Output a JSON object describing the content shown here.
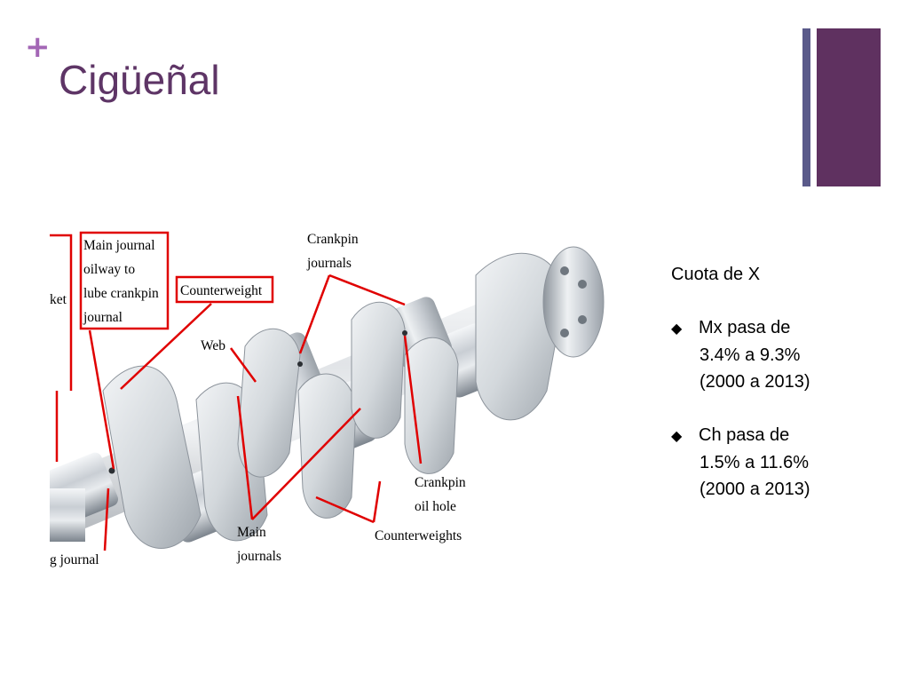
{
  "title": "Cigüeñal",
  "colors": {
    "accent_plus": "#a366b5",
    "title": "#5e3566",
    "bar_thin": "#5a5a8a",
    "bar_thick": "#5f3160",
    "label_red": "#e00000"
  },
  "icons": {
    "plus": "plus-icon",
    "bullet": "diamond-bullet-icon"
  },
  "plus_glyph": "+",
  "bullet_glyph": "◆",
  "figure": {
    "labels": {
      "socket_fragment": "ket",
      "main_journal_oilway": [
        "Main journal",
        "oilway to",
        "lube crankpin",
        "journal"
      ],
      "counterweight": "Counterweight",
      "crankpin_journals": [
        "Crankpin",
        "journals"
      ],
      "web": "Web",
      "crankpin_oil_hole": [
        "Crankpin",
        "oil hole"
      ],
      "main_journals": [
        "Main",
        "journals"
      ],
      "counterweights": "Counterweights",
      "journal_fragment": "g journal"
    }
  },
  "sidebar": {
    "heading": "Cuota de X",
    "bullets": [
      {
        "lines": [
          "Mx pasa de",
          "3.4% a 9.3%",
          "(2000 a 2013)"
        ]
      },
      {
        "lines": [
          "Ch pasa de",
          "1.5% a 11.6%",
          "(2000 a 2013)"
        ]
      }
    ]
  }
}
